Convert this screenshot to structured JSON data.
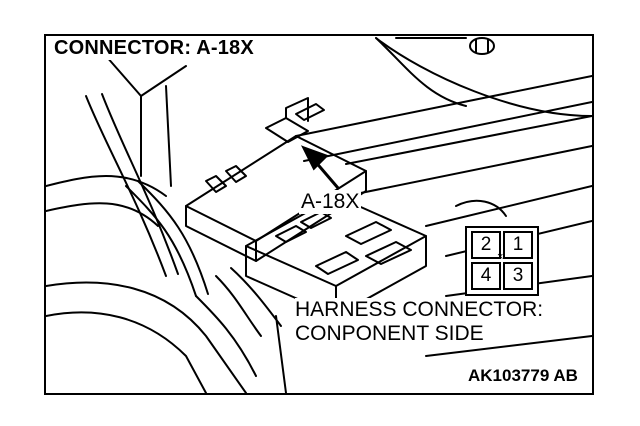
{
  "title": "CONNECTOR: A-18X",
  "connector_callout": "A-18X",
  "harness_label_line1": "HARNESS CONNECTOR:",
  "harness_label_line2": "CONPONENT SIDE",
  "pins": {
    "top_left": "2",
    "top_right": "1",
    "bottom_left": "4",
    "bottom_right": "3"
  },
  "lock_mark": "×",
  "figure_code": "AK103779 AB",
  "colors": {
    "line": "#000000",
    "background": "#ffffff"
  }
}
